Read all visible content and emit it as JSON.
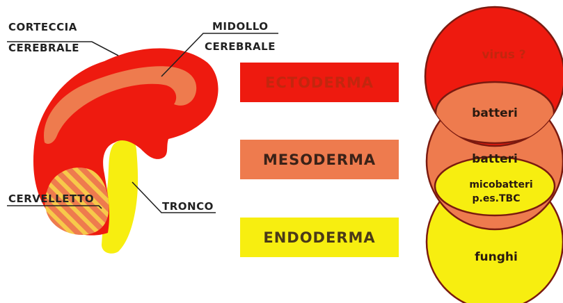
{
  "colors": {
    "ectoderm_red": "#ee1a0f",
    "mesoderm_salmon": "#ee7b4e",
    "endoderm_yellow": "#f7ee10",
    "outline": "#7a1a10",
    "label_ink": "#222222"
  },
  "brain_labels": {
    "corteccia_line1": "CORTECCIA",
    "corteccia_line2": "CEREBRALE",
    "midollo_line1": "MIDOLLO",
    "midollo_line2": "CEREBRALE",
    "cervelletto": "CERVELLETTO",
    "tronco": "TRONCO"
  },
  "germ_layers": {
    "ectoderma": "ECTODERMA",
    "mesoderma": "MESODERMA",
    "endoderma": "ENDODERMA"
  },
  "pathogens": {
    "virus": "virus ?",
    "batteri_top": "batteri",
    "batteri_mid": "batteri",
    "micobatteri_line1": "micobatteri",
    "micobatteri_line2": "p.es.TBC",
    "funghi": "funghi"
  }
}
